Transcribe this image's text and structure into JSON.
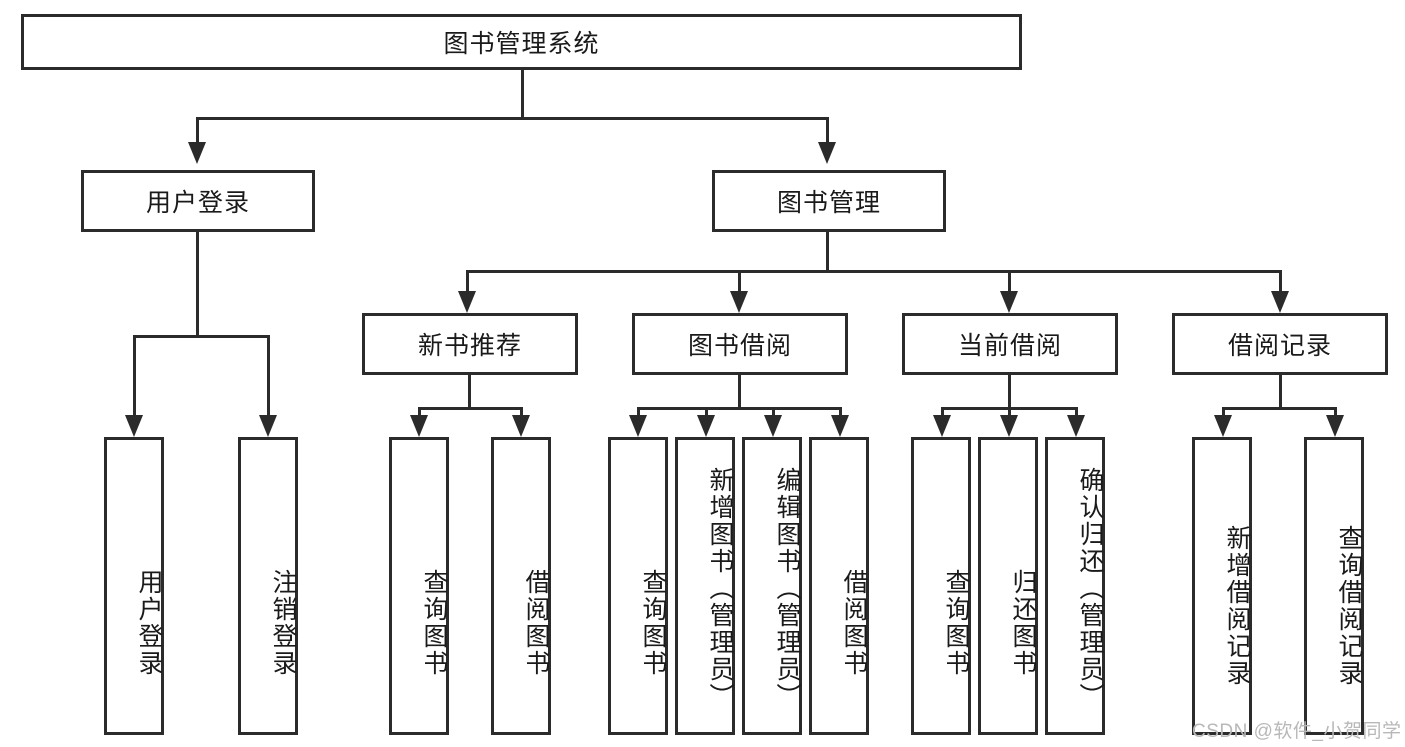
{
  "diagram": {
    "title": "图书管理系统",
    "root": {
      "label": "图书管理系统"
    },
    "level2": [
      {
        "label": "用户登录"
      },
      {
        "label": "图书管理"
      }
    ],
    "level3": [
      {
        "label": "新书推荐"
      },
      {
        "label": "图书借阅"
      },
      {
        "label": "当前借阅"
      },
      {
        "label": "借阅记录"
      }
    ],
    "leaves": {
      "user_login": [
        {
          "label": "用户登录"
        },
        {
          "label": "注销登录"
        }
      ],
      "new_book_recommend": [
        {
          "label": "查询图书"
        },
        {
          "label": "借阅图书"
        }
      ],
      "book_borrow": [
        {
          "label": "查询图书"
        },
        {
          "label": "新增图书（管理员）"
        },
        {
          "label": "编辑图书（管理员）"
        },
        {
          "label": "借阅图书"
        }
      ],
      "current_borrow": [
        {
          "label": "查询图书"
        },
        {
          "label": "归还图书"
        },
        {
          "label": "确认归还（管理员）"
        }
      ],
      "borrow_record": [
        {
          "label": "新增借阅记录"
        },
        {
          "label": "查询借阅记录"
        }
      ]
    },
    "watermark": "CSDN @软件_小贺同学",
    "colors": {
      "stroke": "#2b2b2b",
      "fill": "#ffffff",
      "text": "#1a1a1a",
      "watermark": "#b8b8b8"
    }
  }
}
